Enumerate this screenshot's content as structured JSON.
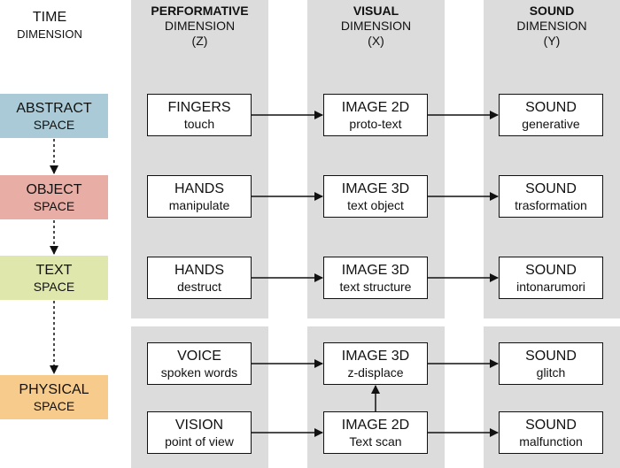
{
  "time": {
    "line1": "TIME",
    "line2": "DIMENSION"
  },
  "headers": {
    "performative": {
      "line1": "PERFORMATIVE",
      "line2": "DIMENSION",
      "line3": "(Z)"
    },
    "visual": {
      "line1": "VISUAL",
      "line2": "DIMENSION",
      "line3": "(X)"
    },
    "sound": {
      "line1": "SOUND",
      "line2": "DIMENSION",
      "line3": "(Y)"
    }
  },
  "spaces": {
    "abstract": {
      "line1": "ABSTRACT",
      "line2": "SPACE",
      "color": "#a9cad6"
    },
    "object": {
      "line1": "OBJECT",
      "line2": "SPACE",
      "color": "#e8aea5"
    },
    "text": {
      "line1": "TEXT",
      "line2": "SPACE",
      "color": "#e0e7ac"
    },
    "physical": {
      "line1": "PHYSICAL",
      "line2": "SPACE",
      "color": "#f7cb8c"
    }
  },
  "nodes": {
    "fingers": {
      "line1": "FINGERS",
      "line2": "touch"
    },
    "hands_manipulate": {
      "line1": "HANDS",
      "line2": "manipulate"
    },
    "hands_destruct": {
      "line1": "HANDS",
      "line2": "destruct"
    },
    "voice": {
      "line1": "VOICE",
      "line2": "spoken words"
    },
    "vision": {
      "line1": "VISION",
      "line2": "point of view"
    },
    "image_2d_proto": {
      "line1": "IMAGE 2D",
      "line2": "proto-text"
    },
    "image_3d_object": {
      "line1": "IMAGE 3D",
      "line2": "text object"
    },
    "image_3d_structure": {
      "line1": "IMAGE 3D",
      "line2": "text structure"
    },
    "image_3d_zdisplace": {
      "line1": "IMAGE 3D",
      "line2": "z-displace"
    },
    "image_2d_scan": {
      "line1": "IMAGE 2D",
      "line2": "Text scan"
    },
    "sound_generative": {
      "line1": "SOUND",
      "line2": "generative"
    },
    "sound_trasformation": {
      "line1": "SOUND",
      "line2": "trasformation"
    },
    "sound_intonarumori": {
      "line1": "SOUND",
      "line2": "intonarumori"
    },
    "sound_glitch": {
      "line1": "SOUND",
      "line2": "glitch"
    },
    "sound_malfunction": {
      "line1": "SOUND",
      "line2": "malfunction"
    }
  },
  "colors": {
    "panel": "#dcdcdc",
    "stroke": "#111111"
  }
}
